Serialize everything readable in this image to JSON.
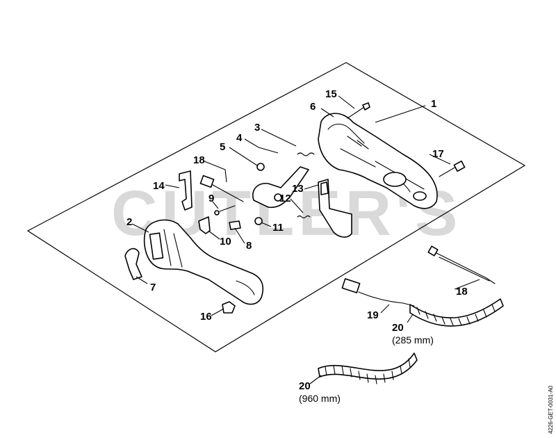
{
  "watermark": "CUTLER'S",
  "drawing_code": "4226-GET-0031-A0",
  "labels": {
    "p1": "1",
    "p2": "2",
    "p3": "3",
    "p4": "4",
    "p5": "5",
    "p6": "6",
    "p7": "7",
    "p8": "8",
    "p9": "9",
    "p10": "10",
    "p11": "11",
    "p12": "12",
    "p13": "13",
    "p14": "14",
    "p15": "15",
    "p16": "16",
    "p17": "17",
    "p18a": "18",
    "p18b": "18",
    "p19": "19",
    "p20a": "20",
    "p20b": "20"
  },
  "sizes": {
    "s20a": "(285 mm)",
    "s20b": "(960 mm)"
  }
}
